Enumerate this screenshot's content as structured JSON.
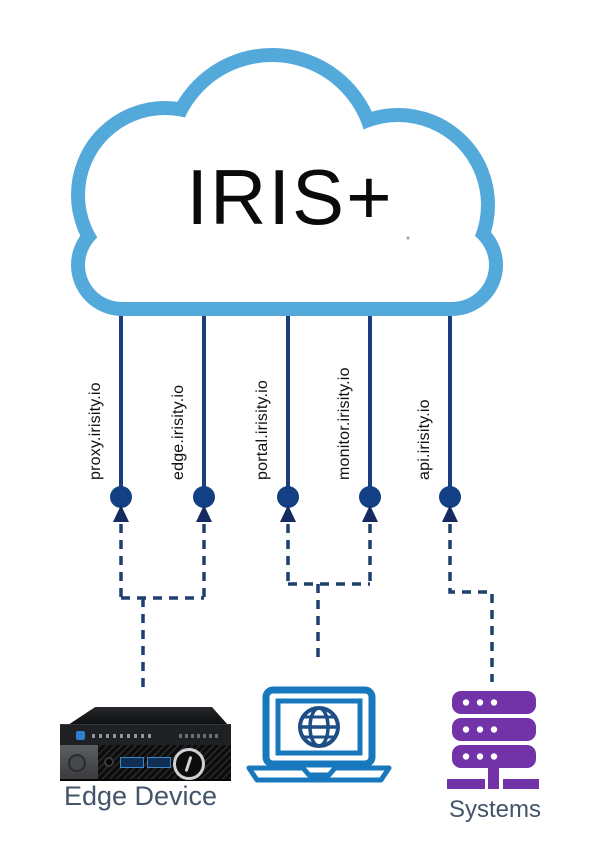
{
  "cloud": {
    "label": "IRIS+"
  },
  "endpoints": [
    {
      "label": "proxy.irisity.io"
    },
    {
      "label": "edge.irisity.io"
    },
    {
      "label": "portal.irisity.io"
    },
    {
      "label": "monitor.irisity.io"
    },
    {
      "label": "api.irisity.io"
    }
  ],
  "devices": {
    "edge_device": {
      "label": "Edge Device"
    },
    "laptop": {
      "label": ""
    },
    "systems": {
      "label": "Systems"
    }
  },
  "colors": {
    "cloud_stroke": "#53a9da",
    "cloud_text": "#0a0a0a",
    "solid_line": "#1b3f7e",
    "node_dot": "#134085",
    "arrowhead": "#152a5e",
    "dashed_line": "#1e3f6f",
    "laptop_blue": "#1778bd",
    "globe_blue": "#1d4e85",
    "systems_purple": "#7232a8",
    "caption_text": "#44546a"
  }
}
